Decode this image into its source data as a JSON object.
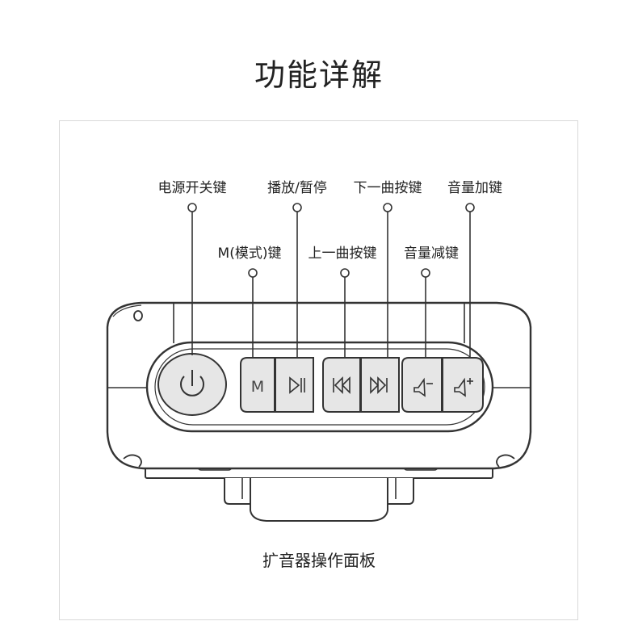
{
  "title": "功能详解",
  "caption": "扩音器操作面板",
  "labels": {
    "power": "电源开关键",
    "mode": "M(模式)键",
    "play_pause": "播放/暂停",
    "prev": "上一曲按键",
    "next": "下一曲按键",
    "vol_down": "音量减键",
    "vol_up": "音量加键"
  },
  "buttons": {
    "mode_glyph": "M"
  },
  "colors": {
    "stroke": "#333333",
    "panel_fill": "#ffffff",
    "button_fill": "#e6e6e6",
    "frame_border": "#d9d9d9"
  }
}
